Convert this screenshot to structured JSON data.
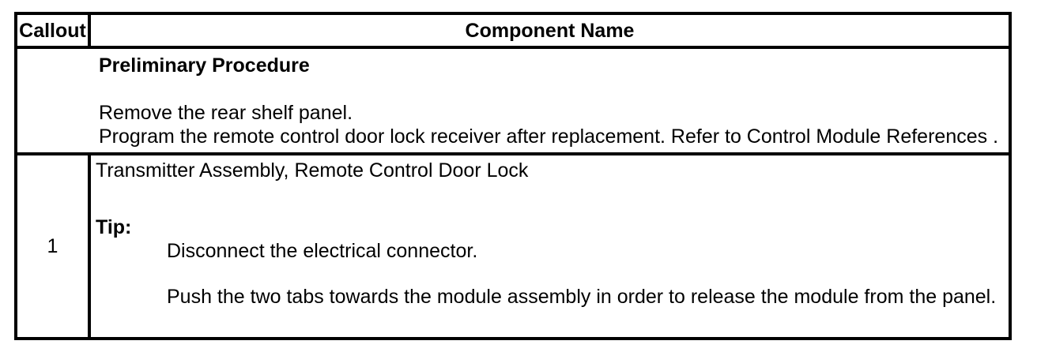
{
  "page": {
    "background": "#ffffff",
    "text_color": "#000000",
    "border_color": "#000000"
  },
  "table": {
    "header": {
      "callout_label": "Callout",
      "component_label": "Component Name"
    },
    "preliminary": {
      "heading": "Preliminary Procedure",
      "steps": [
        "Remove the rear shelf panel.",
        "Program the remote control door lock receiver after replacement. Refer to Control Module References ."
      ]
    },
    "callout_rows": [
      {
        "callout": "1",
        "component_name": "Transmitter Assembly, Remote Control Door Lock",
        "tip_label": "Tip:",
        "tip_steps": [
          "Disconnect the electrical connector.",
          "Push the two tabs towards the module assembly in order to release the module from the panel."
        ]
      }
    ]
  }
}
